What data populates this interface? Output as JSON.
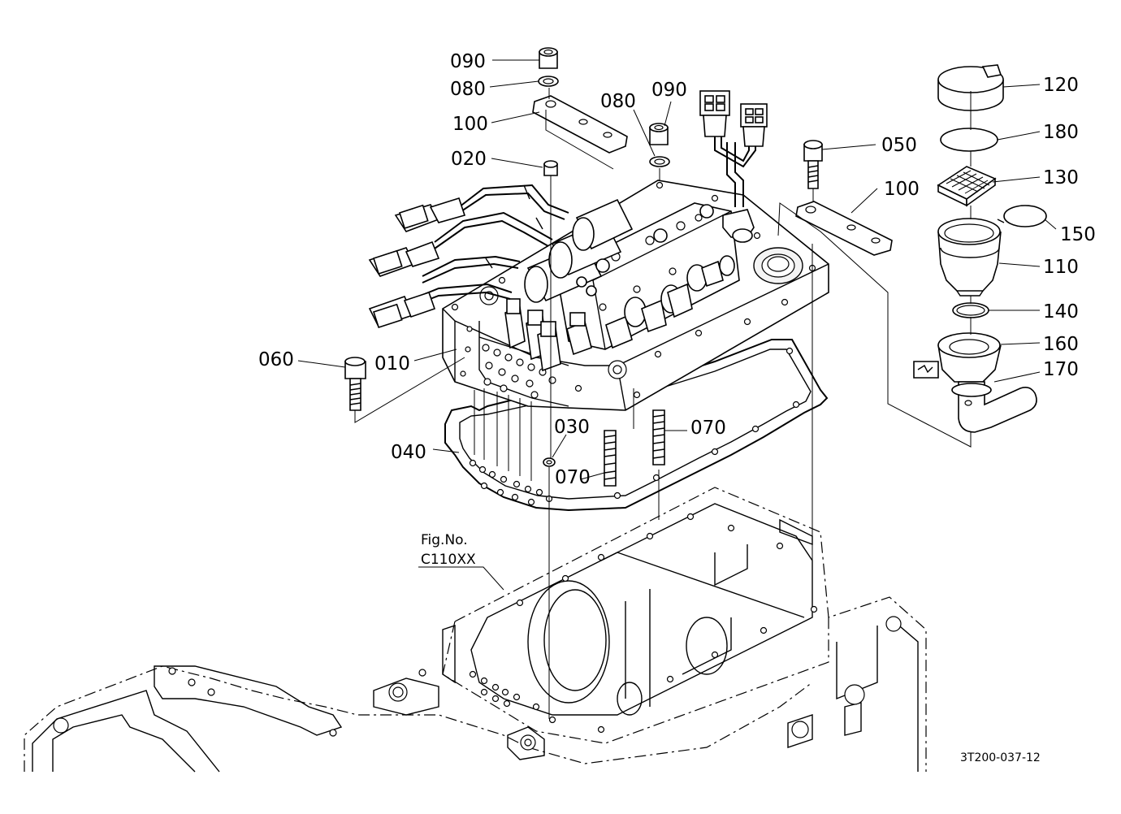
{
  "colors": {
    "line": "#000000",
    "background": "#ffffff"
  },
  "figure": {
    "fig_label": "Fig.No.",
    "fig_code": "C110XX",
    "drawing_number": "3T200-037-12"
  },
  "callouts": {
    "p090a": "090",
    "p080a": "080",
    "p100a": "100",
    "p020": "020",
    "p080b": "080",
    "p090b": "090",
    "p050": "050",
    "p100b": "100",
    "p120": "120",
    "p180": "180",
    "p130": "130",
    "p150": "150",
    "p110": "110",
    "p140": "140",
    "p160": "160",
    "p170": "170",
    "p060": "060",
    "p010": "010",
    "p030": "030",
    "p070a": "070",
    "p070b": "070",
    "p040": "040"
  }
}
